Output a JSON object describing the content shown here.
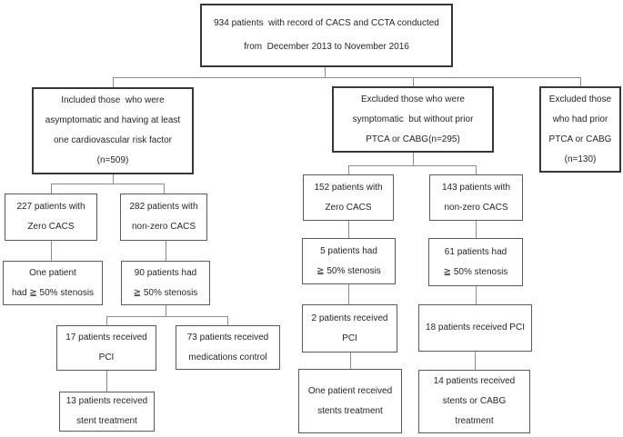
{
  "figure": {
    "type": "flowchart",
    "palette": {
      "background": "#ffffff",
      "box_border_heavy": "#383838",
      "box_border_light": "#5a5a5a",
      "connector": "#8c8c8c",
      "text": "#262626"
    }
  },
  "nodes": {
    "root": {
      "text": "934 patients  with record of CACS and CCTA conducted\nfrom  December 2013 to November 2016"
    },
    "included": {
      "text": "Included those  who were\nasymptomatic and having at least\none cardiovascular risk factor\n(n=509)"
    },
    "excluded_symptomatic": {
      "text": "Excluded those who were\nsymptomatic  but without prior\nPTCA or CABG(n=295)"
    },
    "excluded_prior": {
      "text": "Excluded those\nwho had prior\nPTCA or CABG\n(n=130)"
    },
    "p227": {
      "text": "227 patients with\nZero CACS"
    },
    "p282": {
      "text": "282 patients with\nnon-zero CACS"
    },
    "one_stenosis": {
      "text": "One patient\nhad ≧ 50% stenosis"
    },
    "p90": {
      "text": "90 patients had\n≧ 50% stenosis"
    },
    "p17": {
      "text": "17 patients received\nPCI"
    },
    "p73": {
      "text": "73 patients received\nmedications control"
    },
    "p13": {
      "text": "13 patients received\nstent treatment"
    },
    "p152": {
      "text": "152 patients with\nZero CACS"
    },
    "p143": {
      "text": "143 patients with\nnon-zero CACS"
    },
    "p5": {
      "text": "5 patients had\n≧ 50% stenosis"
    },
    "p61": {
      "text": "61 patients had\n≧ 50% stenosis"
    },
    "p2": {
      "text": "2 patients received\nPCI"
    },
    "p18": {
      "text": "18 patients received PCI"
    },
    "one_stents": {
      "text": "One patient received\nstents treatment"
    },
    "p14": {
      "text": "14 patients received\nstents or CABG\ntreatment"
    }
  }
}
